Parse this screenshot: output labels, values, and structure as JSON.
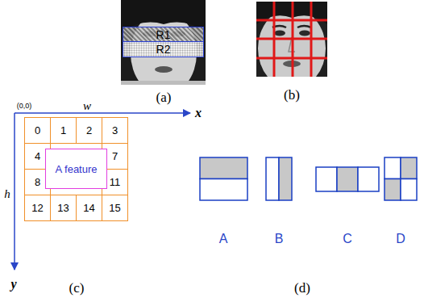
{
  "diagram": {
    "nodes": [
      {
        "text": [
          "R1"
        ]
      },
      {
        "text": [
          "R2"
        ]
      },
      {
        "text": [
          "0"
        ]
      },
      {
        "text": [
          "1"
        ]
      },
      {
        "text": [
          "2"
        ]
      },
      {
        "text": [
          "3"
        ]
      },
      {
        "text": [
          "4"
        ]
      },
      {
        "text": [
          "7"
        ]
      },
      {
        "text": [
          "8"
        ]
      },
      {
        "text": [
          "11"
        ]
      },
      {
        "text": [
          "12"
        ]
      },
      {
        "text": [
          "13"
        ]
      },
      {
        "text": [
          "14"
        ]
      },
      {
        "text": [
          "15"
        ]
      },
      {
        "text": [
          "A feature"
        ]
      }
    ],
    "labels": [
      "(a)",
      "(b)",
      "(0,0)",
      "w",
      "x",
      "h",
      "y",
      "(c)",
      "A",
      "B",
      "C",
      "D",
      "(d)"
    ]
  }
}
